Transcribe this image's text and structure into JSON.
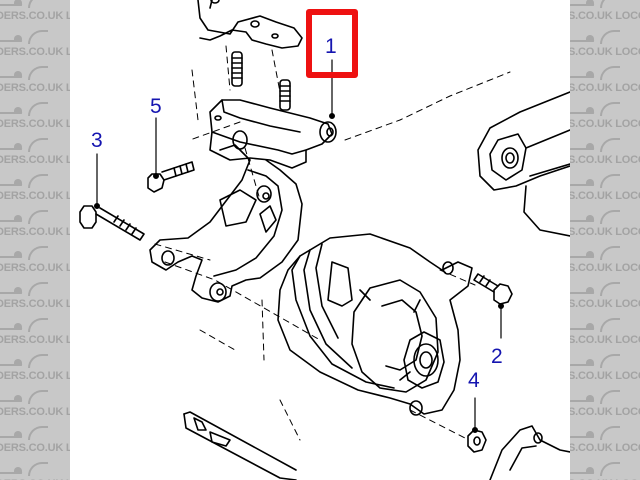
{
  "watermark": {
    "text": "LOCOSTBUILDERS.CO.UK",
    "left_visible": "DERS.CO.UK LOC",
    "right_visible": "S.CO.UK LOCOST",
    "background": "#c8c8c8",
    "text_color": "#a3a3a3"
  },
  "diagram": {
    "background": "#ffffff",
    "subject": "alternator and mounting bracket exploded view",
    "highlight_color": "#ee1111",
    "callout_color": "#1515b0",
    "callouts": [
      {
        "id": "1",
        "label": "1",
        "highlighted": true
      },
      {
        "id": "2",
        "label": "2",
        "highlighted": false
      },
      {
        "id": "3",
        "label": "3",
        "highlighted": false
      },
      {
        "id": "4",
        "label": "4",
        "highlighted": false
      },
      {
        "id": "5",
        "label": "5",
        "highlighted": false
      }
    ]
  }
}
